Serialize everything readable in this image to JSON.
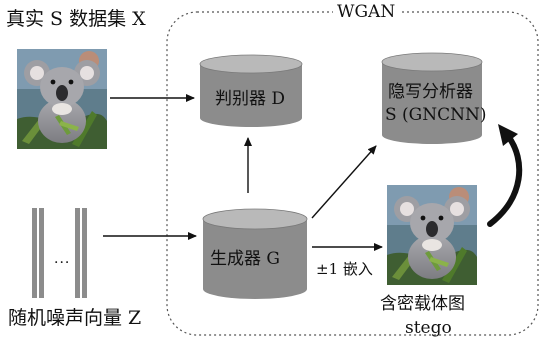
{
  "title_real": "真实 S 数据集 X",
  "title_noise": "随机噪声向量 Z",
  "frame_label": "WGAN",
  "discriminator": "判别器 D",
  "generator": "生成器 G",
  "steganalyzer_line1": "隐写分析器",
  "steganalyzer_line2": "S (GNCNN)",
  "embed_label": "±1 嵌入",
  "stego_line1": "含密载体图",
  "stego_line2": "stego",
  "noise_ellipsis": "···",
  "colors": {
    "cylinder_body": "#8c8c8c",
    "cylinder_top": "#b9b9b9",
    "frame": "#555555",
    "arrow": "#111111"
  },
  "icons": [
    "koala-photo-real",
    "koala-photo-stego"
  ]
}
